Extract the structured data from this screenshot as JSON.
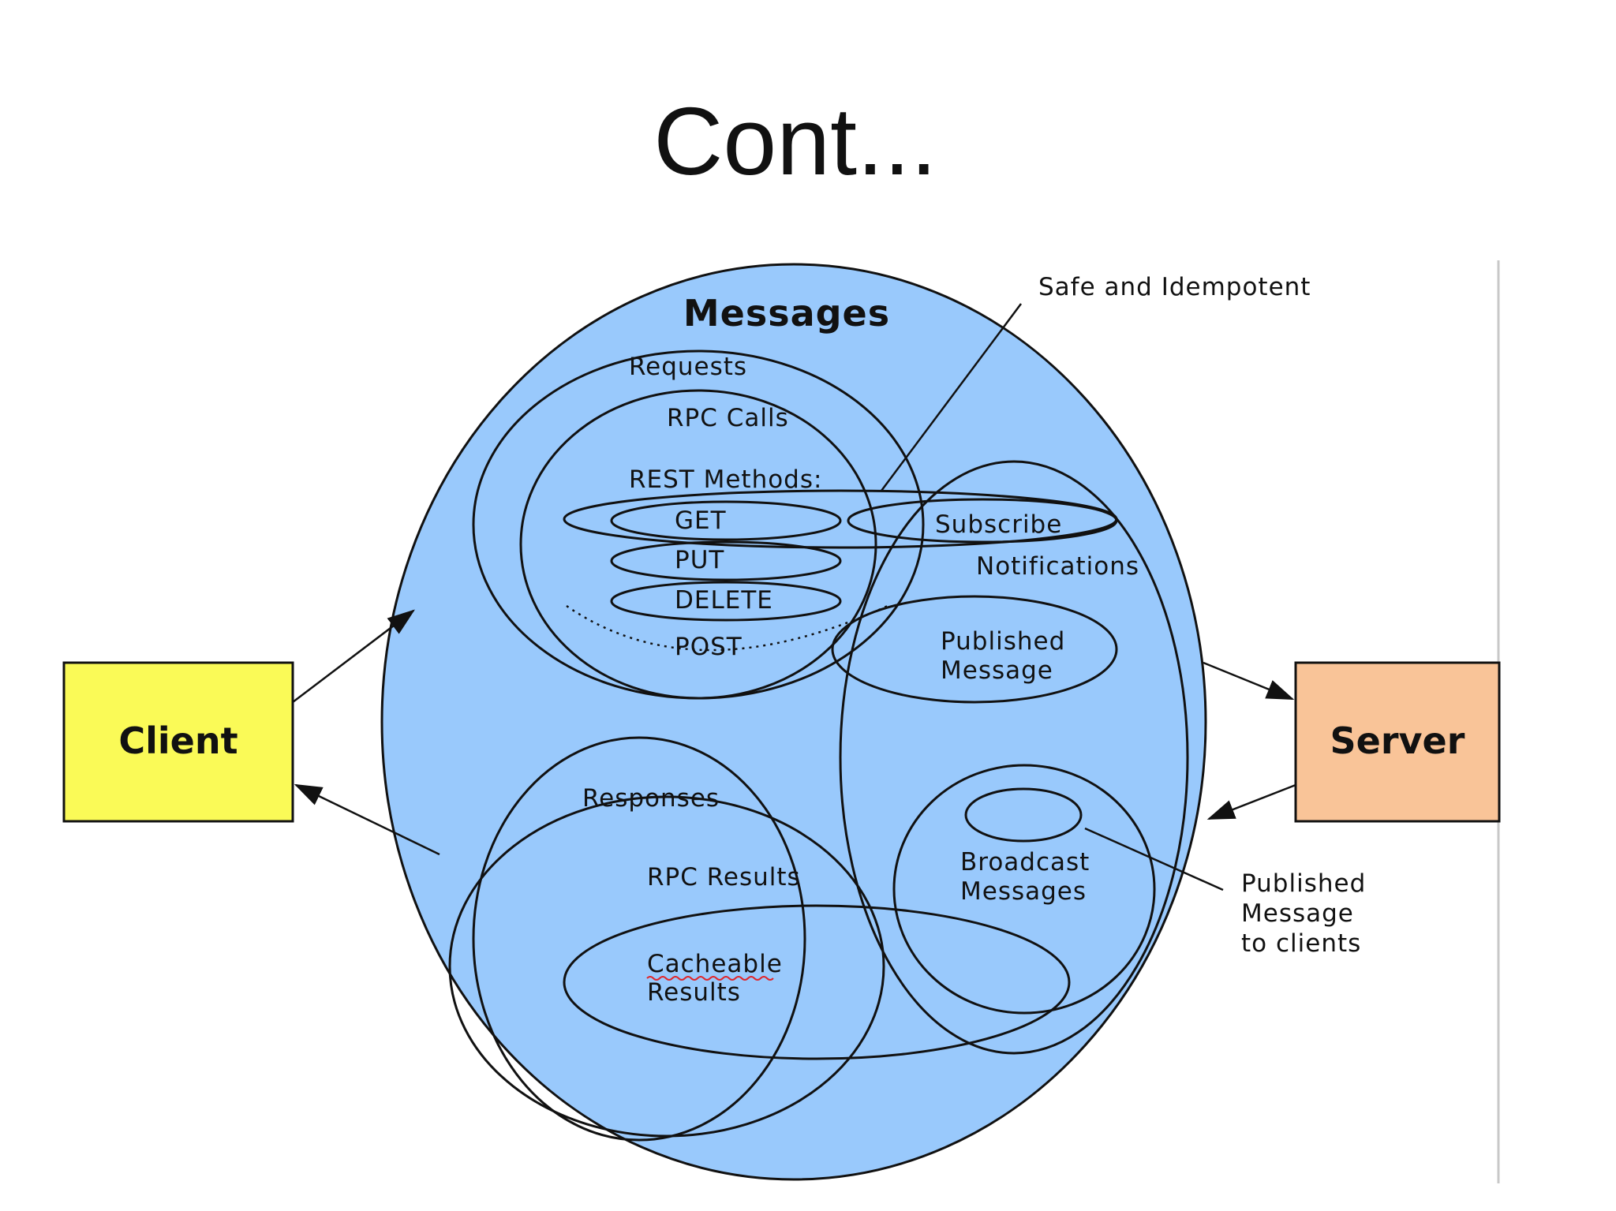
{
  "slide": {
    "title": "Cont..."
  },
  "diagram": {
    "messages": "Messages",
    "requests": "Requests",
    "rpc_calls": "RPC Calls",
    "rest_methods": "REST Methods:",
    "get": "GET",
    "put": "PUT",
    "delete": "DELETE",
    "post": "POST",
    "subscribe": "Subscribe",
    "notifications": "Notifications",
    "published_message_line1": "Published",
    "published_message_line2": "Message",
    "responses": "Responses",
    "rpc_results": "RPC Results",
    "cacheable_results_line1": "Cacheable",
    "cacheable_results_line2": "Results",
    "broadcast_messages_line1": "Broadcast",
    "broadcast_messages_line2": "Messages",
    "safe_idempotent": "Safe and Idempotent",
    "published_to_clients_line1": "Published",
    "published_to_clients_line2": "Message",
    "published_to_clients_line3": "to clients",
    "client": "Client",
    "server": "Server"
  },
  "colors": {
    "messages_fill": "#99c9fc",
    "client_fill": "#fafa57",
    "server_fill": "#f9c498",
    "misspelling_underline": "#e0262b"
  }
}
